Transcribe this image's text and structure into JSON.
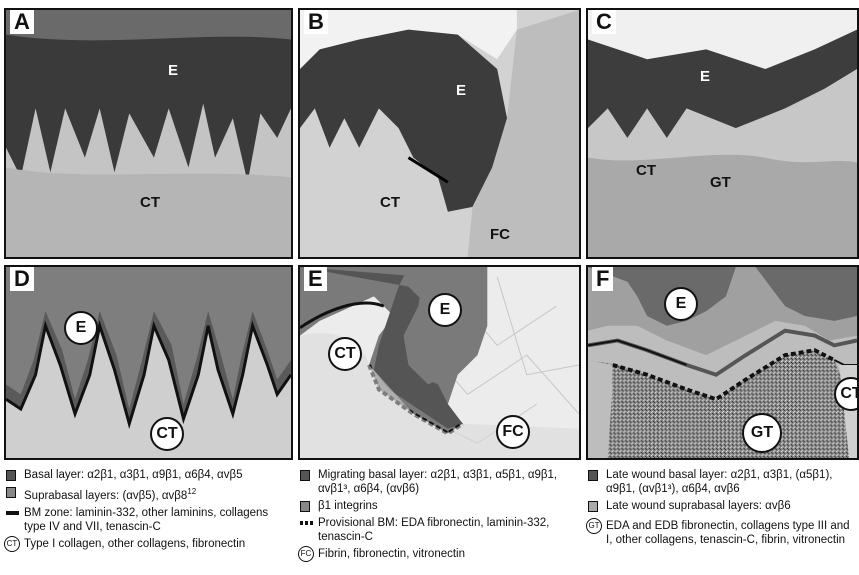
{
  "panels": {
    "A": {
      "letter": "A",
      "e": "E",
      "ct": "CT"
    },
    "B": {
      "letter": "B",
      "e": "E",
      "ct": "CT",
      "fc": "FC"
    },
    "C": {
      "letter": "C",
      "e": "E",
      "ct": "CT",
      "gt": "GT"
    },
    "D": {
      "letter": "D",
      "e": "E",
      "ct": "CT"
    },
    "E": {
      "letter": "E",
      "e": "E",
      "ct": "CT",
      "fc": "FC"
    },
    "F": {
      "letter": "F",
      "e": "E",
      "ct": "CT",
      "gt": "GT"
    }
  },
  "legend_d": {
    "basal": "Basal layer: α2β1, α3β1, α9β1, α6β4, αvβ5",
    "suprabasal": "Suprabasal layers: (αvβ5), αvβ8",
    "suprabasal_sup": "12",
    "bm": "BM zone: laminin-332, other laminins, collagens type IV and VII, tenascin-C",
    "ct_icon": "CT",
    "ct": "Type I collagen, other collagens, fibronectin"
  },
  "legend_e": {
    "migrating": "Migrating basal layer: α2β1, α3β1, α5β1, α9β1, αvβ1³, α6β4, (αvβ6)",
    "beta1": "β1 integrins",
    "provisional": "Provisional BM: EDA fibronectin, laminin-332, tenascin-C",
    "fc_icon": "FC",
    "fc": "Fibrin, fibronectin, vitronectin"
  },
  "legend_f": {
    "late_basal": "Late wound basal layer: α2β1, α3β1, (α5β1), α9β1, (αvβ1³), α6β4, αvβ6",
    "late_supra": "Late wound suprabasal layers: αvβ6",
    "gt_icon": "GT",
    "gt": "EDA and EDB fibronectin, collagens type III and I, other collagens, tenascin-C, fibrin, vitronectin"
  },
  "colors": {
    "epi_dark": "#4a4a4a",
    "epi_mid": "#7a7a7a",
    "ct_fill": "#cfcfcf",
    "bm": "#111111"
  }
}
